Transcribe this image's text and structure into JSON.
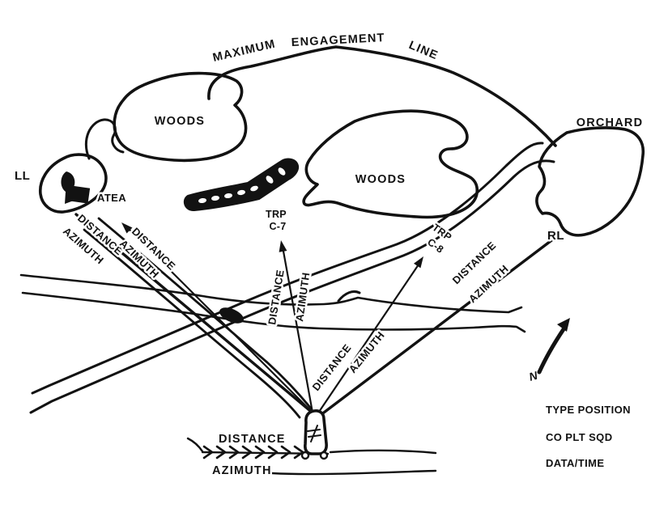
{
  "colors": {
    "ink": "#121212",
    "paper": "#ffffff"
  },
  "header": {
    "max_engagement_word1": "MAXIMUM",
    "max_engagement_word2": "ENGAGEMENT",
    "max_engagement_word3": "LINE"
  },
  "areas": {
    "woods_left": "WOODS",
    "woods_center": "WOODS",
    "orchard": "ORCHARD",
    "area_point": "ATEA"
  },
  "limits": {
    "left": "LL",
    "right": "RL"
  },
  "trp_c7": {
    "line1": "TRP",
    "line2": "C-7"
  },
  "trp_c8": {
    "line1": "TRP",
    "line2": "C-8"
  },
  "rays": {
    "left_limit": {
      "distance": "DISTANCE",
      "azimuth": "AZIMUTH"
    },
    "area_arrow": {
      "distance": "DISTANCE",
      "azimuth": "AZIMUTH"
    },
    "trp_c7_arrow": {
      "distance": "DISTANCE",
      "azimuth": "AZIMUTH"
    },
    "trp_c8_arrow": {
      "distance": "DISTANCE",
      "azimuth": "AZIMUTH"
    },
    "right_limit": {
      "distance": "DISTANCE",
      "azimuth": "AZIMUTH"
    }
  },
  "position_road": {
    "distance": "DISTANCE",
    "azimuth": "AZIMUTH"
  },
  "compass": {
    "north": "N"
  },
  "legend": {
    "line1": "TYPE POSITION",
    "line2": "CO PLT SQD",
    "line3": "DATA/TIME"
  }
}
